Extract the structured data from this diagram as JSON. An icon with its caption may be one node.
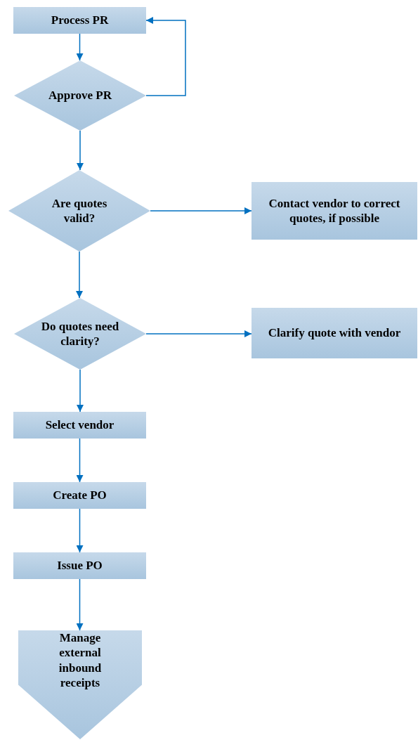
{
  "diagram": {
    "nodes": [
      {
        "text": [
          "Process PR"
        ]
      },
      {
        "text": [
          "Approve PR"
        ]
      },
      {
        "text": [
          "Are quotes valid?"
        ]
      },
      {
        "text": [
          "Contact vendor to correct quotes, if possible"
        ]
      },
      {
        "text": [
          "Do quotes need clarity?"
        ]
      },
      {
        "text": [
          "Clarify quote with vendor"
        ]
      },
      {
        "text": [
          "Select vendor"
        ]
      },
      {
        "text": [
          "Create PO"
        ]
      },
      {
        "text": [
          "Issue PO"
        ]
      },
      {
        "text": [
          "Manage external inbound receipts"
        ]
      }
    ],
    "edges": [
      {
        "from": 0,
        "to": 1,
        "arrow": "to"
      },
      {
        "from": 1,
        "to": 0,
        "arrow": "to"
      },
      {
        "from": 1,
        "to": 2,
        "arrow": "to"
      },
      {
        "from": 2,
        "to": 3,
        "arrow": "to"
      },
      {
        "from": 2,
        "to": 4,
        "arrow": "to"
      },
      {
        "from": 4,
        "to": 5,
        "arrow": "to"
      },
      {
        "from": 4,
        "to": 6,
        "arrow": "to"
      },
      {
        "from": 6,
        "to": 7,
        "arrow": "to"
      },
      {
        "from": 7,
        "to": 8,
        "arrow": "to"
      },
      {
        "from": 8,
        "to": 9,
        "arrow": "to"
      }
    ]
  }
}
